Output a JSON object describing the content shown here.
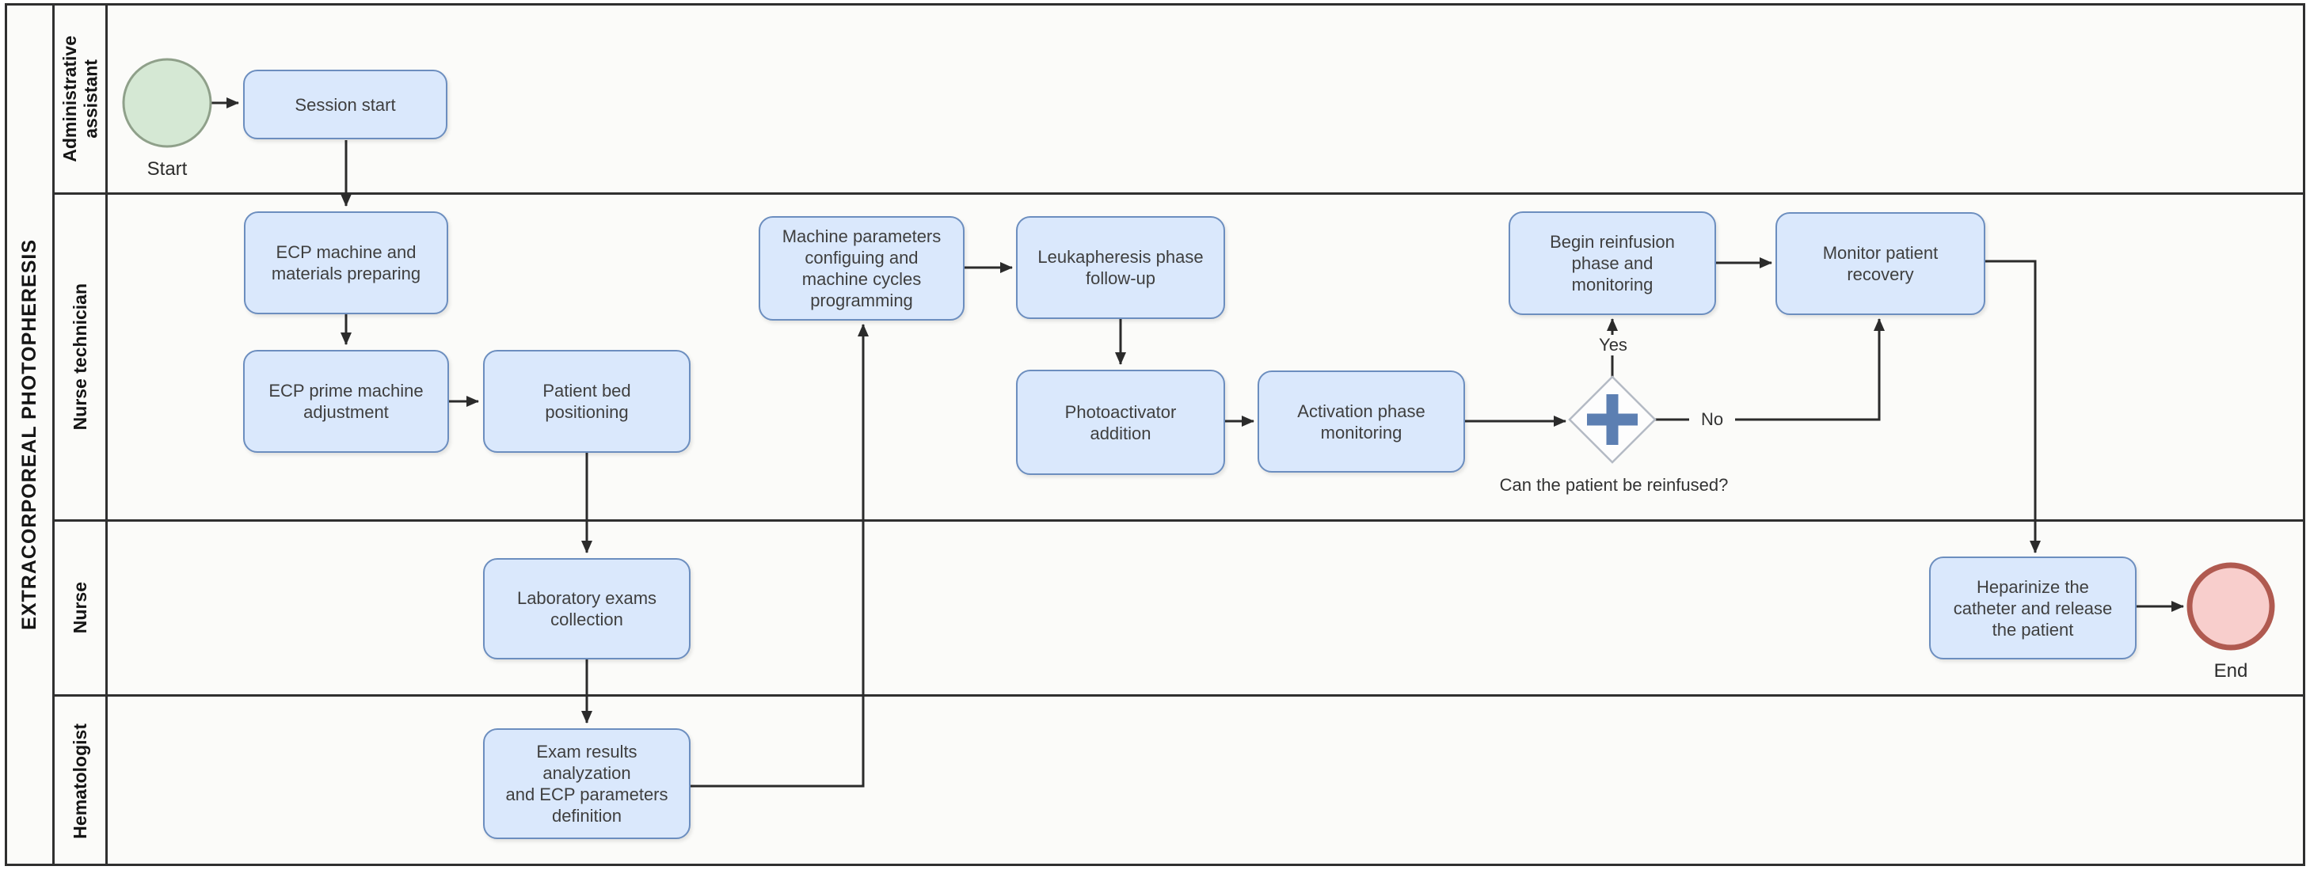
{
  "pool": {
    "title": "EXTRACORPOREAL PHOTOPHERESIS"
  },
  "lanes": {
    "admin": {
      "label": "Administrative\nassistant"
    },
    "nurse_tech": {
      "label": "Nurse technician"
    },
    "nurse": {
      "label": "Nurse"
    },
    "hematologist": {
      "label": "Hematologist"
    }
  },
  "events": {
    "start": {
      "label": "Start"
    },
    "end": {
      "label": "End"
    }
  },
  "gateway": {
    "question": "Can the patient be reinfused?",
    "yes_label": "Yes",
    "no_label": "No"
  },
  "tasks": {
    "session_start": {
      "label": "Session start"
    },
    "ecp_machine": {
      "label": "ECP machine and\nmaterials preparing"
    },
    "ecp_prime": {
      "label": "ECP prime machine\nadjustment"
    },
    "patient_bed": {
      "label": "Patient bed\npositioning"
    },
    "lab_exams": {
      "label": "Laboratory exams\ncollection"
    },
    "exam_results": {
      "label": "Exam results\nanalyzation\nand ECP parameters\ndefinition"
    },
    "machine_params": {
      "label": "Machine parameters\nconfiguing and\nmachine cycles\nprogramming"
    },
    "leukapheresis": {
      "label": "Leukapheresis phase\nfollow-up"
    },
    "photoactivator": {
      "label": "Photoactivator\naddition"
    },
    "activation": {
      "label": "Activation phase\nmonitoring"
    },
    "begin_reinfusion": {
      "label": "Begin reinfusion\nphase and\nmonitoring"
    },
    "monitor": {
      "label": "Monitor patient\nrecovery"
    },
    "heparinize": {
      "label": "Heparinize the\ncatheter and release\nthe patient"
    }
  },
  "flows": [
    {
      "from": "start",
      "to": "session_start",
      "label": ""
    },
    {
      "from": "session_start",
      "to": "ecp_machine",
      "label": ""
    },
    {
      "from": "ecp_machine",
      "to": "ecp_prime",
      "label": ""
    },
    {
      "from": "ecp_prime",
      "to": "patient_bed",
      "label": ""
    },
    {
      "from": "patient_bed",
      "to": "lab_exams",
      "label": ""
    },
    {
      "from": "lab_exams",
      "to": "exam_results",
      "label": ""
    },
    {
      "from": "exam_results",
      "to": "machine_params",
      "label": ""
    },
    {
      "from": "machine_params",
      "to": "leukapheresis",
      "label": ""
    },
    {
      "from": "leukapheresis",
      "to": "photoactivator",
      "label": ""
    },
    {
      "from": "photoactivator",
      "to": "activation",
      "label": ""
    },
    {
      "from": "activation",
      "to": "gateway",
      "label": ""
    },
    {
      "from": "gateway",
      "to": "begin_reinfusion",
      "label": "Yes"
    },
    {
      "from": "gateway",
      "to": "monitor",
      "label": "No"
    },
    {
      "from": "begin_reinfusion",
      "to": "monitor",
      "label": ""
    },
    {
      "from": "monitor",
      "to": "heparinize",
      "label": ""
    },
    {
      "from": "heparinize",
      "to": "end",
      "label": ""
    }
  ],
  "colors": {
    "task_fill": "#dae8fc",
    "task_stroke": "#6c8ebf",
    "start_fill": "#d5e8d4",
    "start_stroke": "#8fa08a",
    "end_fill": "#f8cecc",
    "end_stroke": "#b05a50",
    "gateway_plus": "#5c7fb2",
    "line": "#2b2b2b"
  }
}
